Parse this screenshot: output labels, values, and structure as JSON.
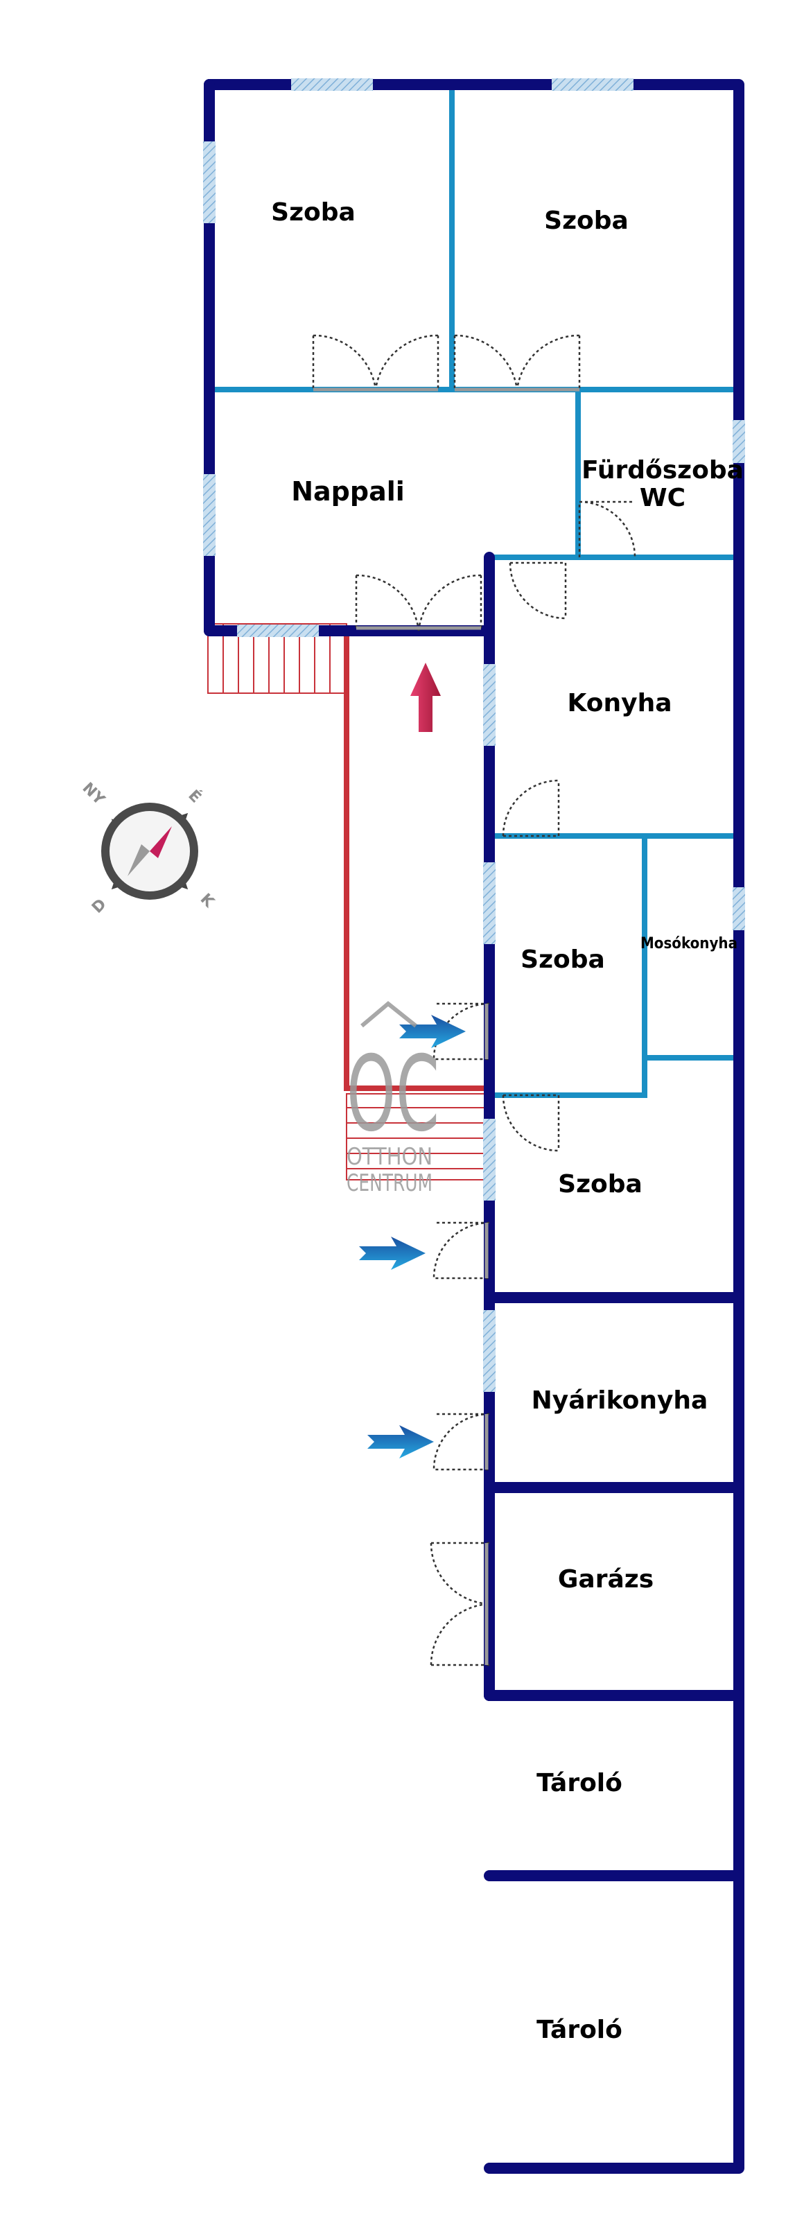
{
  "rooms": {
    "szoba_nw": "Szoba",
    "szoba_ne": "Szoba",
    "nappali": "Nappali",
    "furdoszoba": "Fürdőszoba",
    "wc": "WC",
    "konyha": "Konyha",
    "szoba_mid": "Szoba",
    "mosokonyha": "Mosókonyha",
    "szoba_lower": "Szoba",
    "nyarikonyha": "Nyárikonyha",
    "garazs": "Garázs",
    "tarolo_1": "Tároló",
    "tarolo_2": "Tároló"
  },
  "compass": {
    "north_label": "É",
    "east_label": "K",
    "south_label": "D",
    "west_label": "NY"
  },
  "logo": {
    "monogram": "OC",
    "line1": "OTTHON",
    "line2": "CENTRUM"
  },
  "colors": {
    "exterior_wall": "#0b0b78",
    "interior_wall": "#1a8fc4",
    "window": "#a8cce6",
    "terrace": "#c8323a",
    "entrance_arrow": "#d02850",
    "door_arrow": "#1a7fc4",
    "logo": "#9a9a9a"
  }
}
